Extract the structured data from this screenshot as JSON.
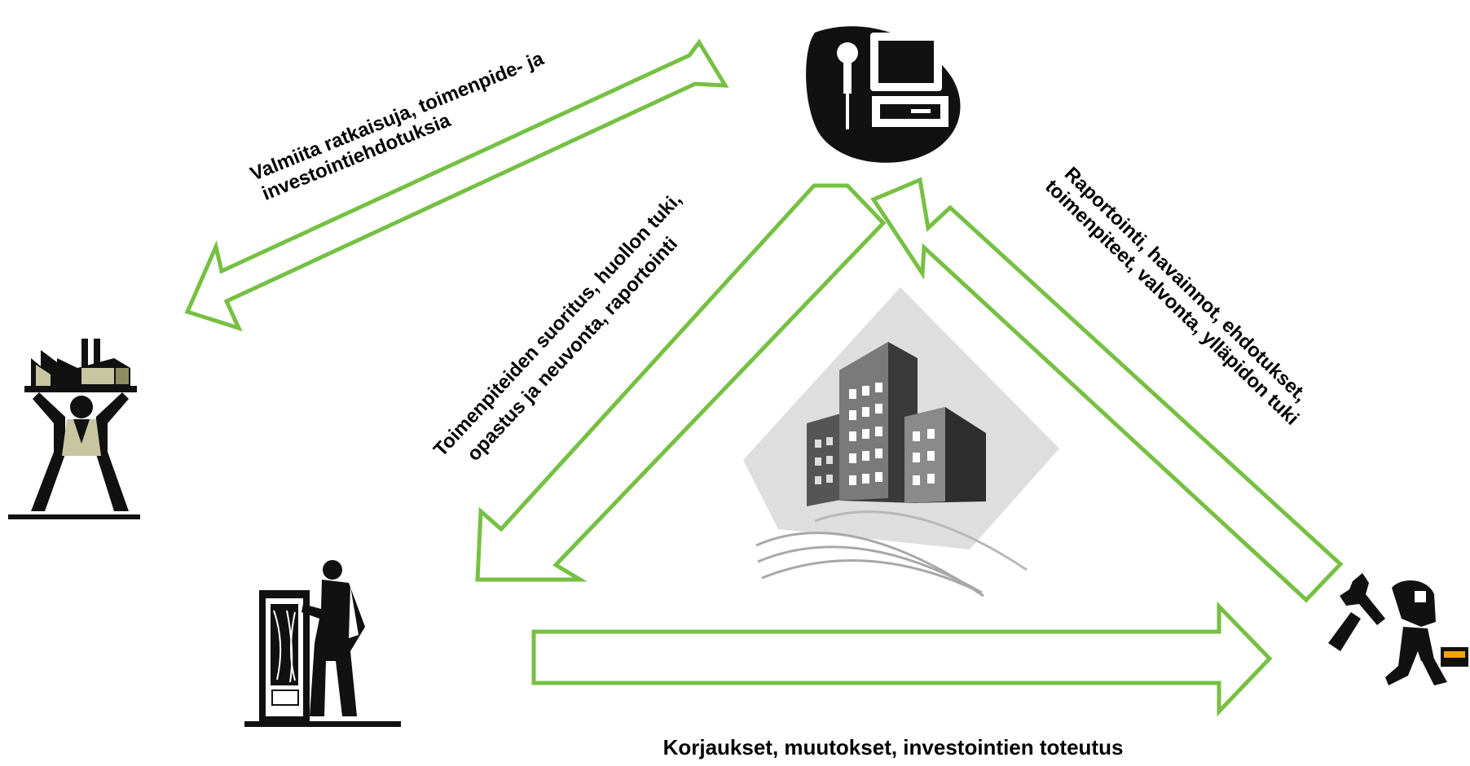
{
  "diagram": {
    "accent_color": "#76c043",
    "labels": {
      "top_left_line1": "Valmiita ratkaisuja, toimenpide- ja",
      "top_left_line2": "investointiehdotuksia",
      "center_line1": "Toimenpiteiden suoritus, huollon tuki,",
      "center_line2": "opastus ja neuvonta, raportointi",
      "right_line1": "Raportointi, havainnot, ehdotukset,",
      "right_line2": "toimenpiteet, valvonta, ylläpidon tuki",
      "bottom": "Korjaukset, muutokset, investointien toteutus"
    },
    "icons": {
      "top": "computer-service-icon",
      "left": "factory-owner-icon",
      "bottom_left": "technician-icon",
      "bottom_right": "maintenance-worker-icon",
      "center": "office-buildings-icon"
    }
  }
}
